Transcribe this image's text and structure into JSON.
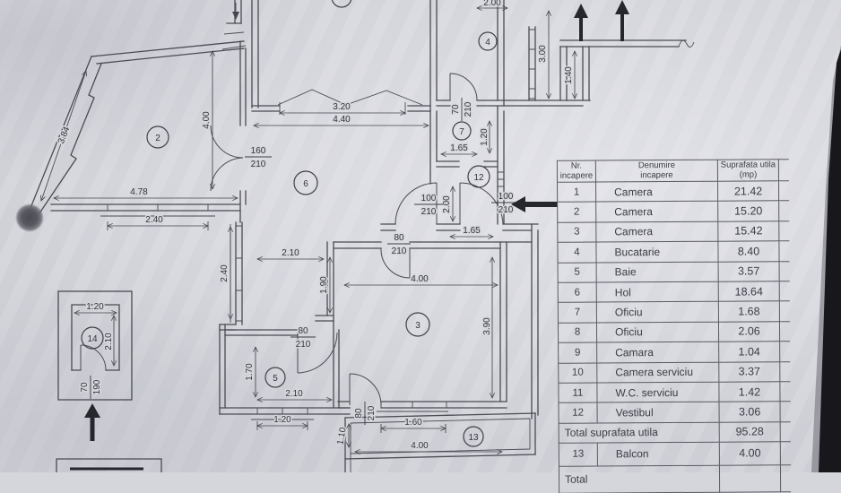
{
  "table": {
    "header": {
      "col_nr": "Nr.\nincapere",
      "col_name": "Denumire\nincapere",
      "col_area": "Suprafata utila\n(mp)"
    },
    "rows": [
      {
        "nr": "1",
        "name": "Camera",
        "area": "21.42"
      },
      {
        "nr": "2",
        "name": "Camera",
        "area": "15.20"
      },
      {
        "nr": "3",
        "name": "Camera",
        "area": "15.42"
      },
      {
        "nr": "4",
        "name": "Bucatarie",
        "area": "8.40"
      },
      {
        "nr": "5",
        "name": "Baie",
        "area": "3.57"
      },
      {
        "nr": "6",
        "name": "Hol",
        "area": "18.64"
      },
      {
        "nr": "7",
        "name": "Oficiu",
        "area": "1.68"
      },
      {
        "nr": "8",
        "name": "Oficiu",
        "area": "2.06"
      },
      {
        "nr": "9",
        "name": "Camara",
        "area": "1.04"
      },
      {
        "nr": "10",
        "name": "Camera serviciu",
        "area": "3.37"
      },
      {
        "nr": "11",
        "name": "W.C. serviciu",
        "area": "1.42"
      },
      {
        "nr": "12",
        "name": "Vestibul",
        "area": "3.06"
      }
    ],
    "total_row": {
      "label": "Total suprafata utila",
      "area": "95.28"
    },
    "balcony_row": {
      "nr": "13",
      "name": "Balcon",
      "area": "4.00"
    },
    "footer_row": {
      "label": "Total",
      "area": ""
    }
  },
  "plan": {
    "circles": {
      "c2": "2",
      "c3": "3",
      "c4": "4",
      "c5": "5",
      "c6": "6",
      "c7": "7",
      "c12": "12",
      "c13": "13",
      "c14": "14"
    },
    "dims": {
      "d384": "3.84",
      "d478": "4.78",
      "d240a": "2.40",
      "d400v": "4.00",
      "d320": "3.20",
      "d440": "4.40",
      "d200top": "2.00",
      "d300v": "3.00",
      "d140v": "1.40",
      "d120v7": "1.20",
      "d165a": "1.65",
      "d200v": "2.00",
      "d165b": "1.65",
      "d240v": "2.40",
      "d210a": "2.10",
      "d190v": "1.90",
      "d400r3": "4.00",
      "d390v": "3.90",
      "d170v": "1.70",
      "d210b": "2.10",
      "d120w": "1.20",
      "d160": "1.60",
      "d110v": "1.10",
      "d400b": "4.00",
      "d120r14": "1.20",
      "d210v14": "2.10"
    },
    "doors": {
      "door2": {
        "w": "160",
        "h": "210"
      },
      "door4": {
        "w": "70",
        "h": "210"
      },
      "door12L": {
        "w": "100",
        "h": "210"
      },
      "door12R": {
        "w": "100",
        "h": "210"
      },
      "door3": {
        "w": "80",
        "h": "210"
      },
      "door5": {
        "w": "80",
        "h": "210"
      },
      "door13": {
        "w": "80",
        "h": "210"
      },
      "door14": {
        "w": "70",
        "h": "190"
      }
    }
  }
}
